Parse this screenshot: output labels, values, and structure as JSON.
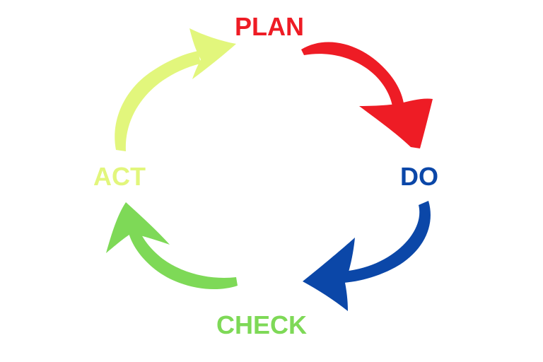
{
  "stages": {
    "plan": {
      "label": "PLAN",
      "color": "#ee1c25"
    },
    "do": {
      "label": "DO",
      "color": "#0b47a8"
    },
    "check": {
      "label": "CHECK",
      "color": "#7ed957"
    },
    "act": {
      "label": "ACT",
      "color": "#e2f67c"
    }
  },
  "arrows": {
    "plan_to_do": {
      "color": "#ee1c25",
      "icon": "curved-arrow-icon"
    },
    "do_to_check": {
      "color": "#0b47a8",
      "icon": "curved-arrow-icon"
    },
    "check_to_act": {
      "color": "#7ed957",
      "icon": "curved-arrow-icon"
    },
    "act_to_plan": {
      "color": "#e2f67c",
      "icon": "curved-arrow-icon"
    }
  }
}
